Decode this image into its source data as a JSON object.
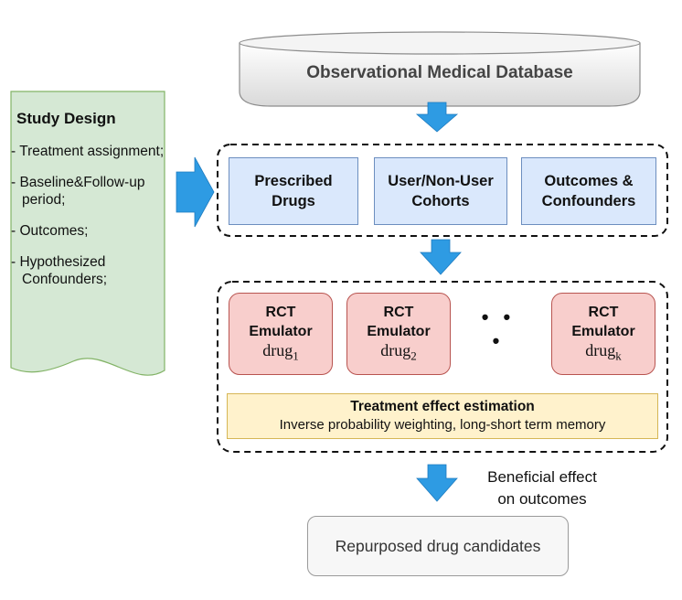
{
  "database": {
    "label": "Observational  Medical Database"
  },
  "study_design": {
    "title": "Study Design",
    "items": [
      "- Treatment assignment;",
      "- Baseline&Follow-up period;",
      "- Outcomes;",
      "- Hypothesized Confounders;"
    ]
  },
  "cohort_boxes": [
    {
      "line1": "Prescribed",
      "line2": "Drugs"
    },
    {
      "line1": "User/Non-User",
      "line2": "Cohorts"
    },
    {
      "line1": "Outcomes &",
      "line2": "Confounders"
    }
  ],
  "emulators": [
    {
      "line1": "RCT",
      "line2": "Emulator",
      "drug": "drug",
      "sub": "1"
    },
    {
      "line1": "RCT",
      "line2": "Emulator",
      "drug": "drug",
      "sub": "2"
    },
    {
      "line1": "RCT",
      "line2": "Emulator",
      "drug": "drug",
      "sub": "k"
    }
  ],
  "ellipsis": "• • •",
  "treatment_effect": {
    "title": "Treatment effect estimation",
    "subtitle": "Inverse probability weighting, long-short term memory"
  },
  "benefit_label": {
    "line1": "Beneficial effect",
    "line2": "on outcomes"
  },
  "output": {
    "label": "Repurposed drug candidates"
  },
  "colors": {
    "arrow": "#2e9be3",
    "blue_fill": "#dae8fc",
    "red_fill": "#f8cecc",
    "yellow_fill": "#fff2cc",
    "green_fill": "#d5e8d4"
  }
}
